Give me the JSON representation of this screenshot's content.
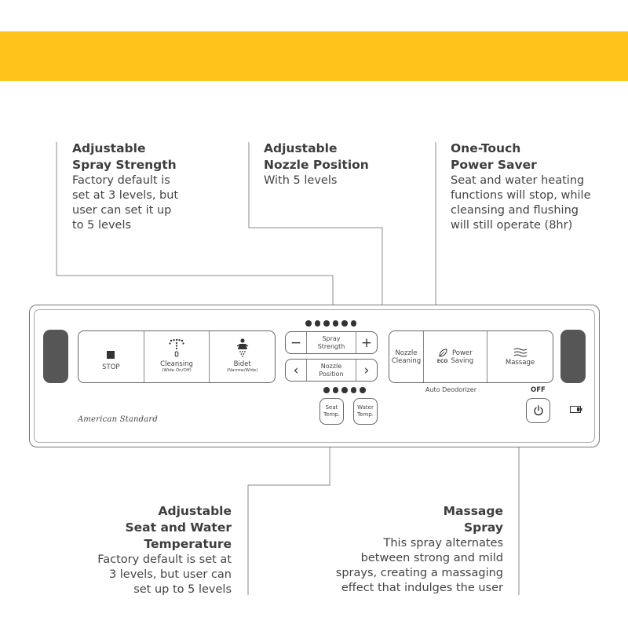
{
  "colors": {
    "band": "#FFC31B",
    "line": "#8a8a8a"
  },
  "callouts": {
    "spray_strength": {
      "title_line1": "Adjustable",
      "title_line2": "Spray Strength",
      "desc": [
        "Factory default is",
        "set at 3 levels, but",
        "user can set it up",
        "to 5 levels"
      ]
    },
    "nozzle_position": {
      "title_line1": "Adjustable",
      "title_line2": "Nozzle Position",
      "desc": [
        "With 5 levels"
      ]
    },
    "power_saver": {
      "title_line1": "One-Touch",
      "title_line2": "Power Saver",
      "desc": [
        "Seat and water heating",
        "functions will stop, while",
        "cleansing and flushing",
        "will still operate (8hr)"
      ]
    },
    "temperature": {
      "title_line1": "Adjustable",
      "title_line2": "Seat and Water",
      "title_line3": "Temperature",
      "desc": [
        "Factory default is set at",
        "3 levels, but user can",
        "set up to 5 levels"
      ]
    },
    "massage": {
      "title_line1": "Massage",
      "title_line2": "Spray",
      "desc": [
        "This spray alternates",
        "between strong and mild",
        "sprays, creating a massaging",
        "effect that indulges the user"
      ]
    }
  },
  "panel": {
    "left_group": {
      "stop": "STOP",
      "cleansing": "Cleansing",
      "cleansing_sub": "(Wide On/Off)",
      "bidet": "Bidet",
      "bidet_sub": "(Narrow/Wide)"
    },
    "spray": {
      "minus": "−",
      "label1": "Spray",
      "label2": "Strength",
      "plus": "+"
    },
    "nozzle": {
      "left": "‹",
      "label1": "Nozzle",
      "label2": "Position",
      "right": "›"
    },
    "seat_temp": {
      "line1": "Seat",
      "line2": "Temp."
    },
    "water_temp": {
      "line1": "Water",
      "line2": "Temp."
    },
    "right_group": {
      "nozzle_cleaning_1": "Nozzle",
      "nozzle_cleaning_2": "Cleaning",
      "power_saving_1": "Power",
      "power_saving_2": "Saving",
      "eco": "ECO",
      "massage": "Massage"
    },
    "auto_deodorizer": "Auto Deodorizer",
    "off": "OFF",
    "logo": "American Standard"
  }
}
